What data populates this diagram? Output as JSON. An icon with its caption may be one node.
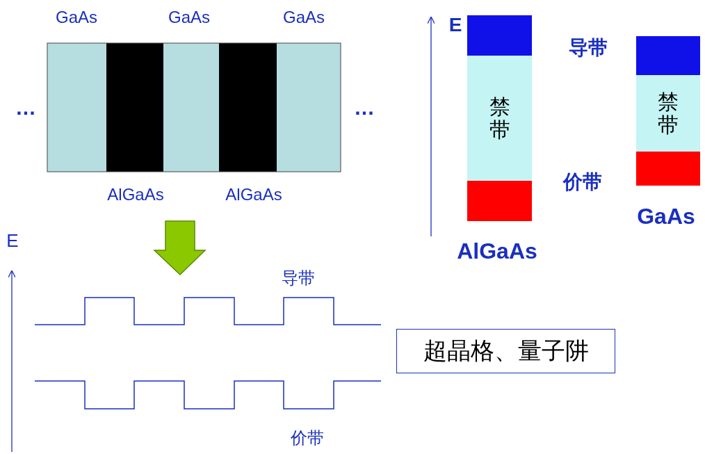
{
  "diagram": {
    "nodes": [
      {
        "text": [],
        "shape": "box"
      },
      {
        "text": [
          "禁带"
        ]
      },
      {
        "text": [],
        "shape": "box"
      },
      {
        "text": [],
        "shape": "box"
      },
      {
        "text": [
          "禁带"
        ]
      },
      {
        "text": [],
        "shape": "box"
      },
      {
        "text": [
          "超晶格、量子阱"
        ]
      }
    ],
    "edges": [],
    "labels": [
      "GaAs",
      "GaAs",
      "GaAs",
      "…",
      "…",
      "AlGaAs",
      "AlGaAs",
      "E",
      "导带",
      "价带",
      "AlGaAs",
      "GaAs",
      "E",
      "导带",
      "价带"
    ]
  }
}
